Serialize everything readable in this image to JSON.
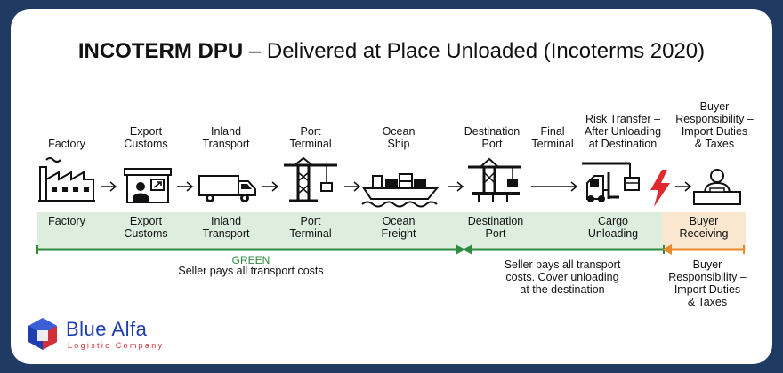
{
  "title": {
    "bold": "INCOTERM DPU",
    "rest": " – Delivered at Place Unloaded (Incoterms 2020)"
  },
  "stages_top": [
    "Factory",
    "Export\nCustoms",
    "Inland\nTransport",
    "Port\nTerminal",
    "Ocean\nShip",
    "Destination\nPort",
    "Final\nTerminal",
    "Risk Transfer –\nAfter Unloading\nat Destination",
    "Buyer\nResponsibility –\nImport Duties\n& Taxes"
  ],
  "stages_band": [
    "Factory",
    "Export\nCustoms",
    "Inland\nTransport",
    "Port\nTerminal",
    "Ocean\nFreight",
    "Destination\nPort",
    "Cargo\nUnloading",
    "Buyer\nReceiving"
  ],
  "green_label": "GREEN",
  "notes": {
    "seller_transport": "Seller pays all transport costs",
    "seller_unloading": "Seller pays all transport\ncosts. Cover unloading\nat the destination",
    "buyer": "Buyer\nResponsibility –\nImport Duties\n& Taxes"
  },
  "logo": {
    "name": "Blue Alfa",
    "tagline": "Logistic Company"
  },
  "colors": {
    "frame": "#1f3b63",
    "green": "#2e8b3e",
    "green_band": "#deeede",
    "orange": "#e8892a",
    "orange_band": "#fbe6cf",
    "risk_bolt": "#e0282e",
    "logo_blue": "#1f3fae",
    "logo_red": "#d0303a"
  },
  "icons": [
    "factory-icon",
    "customs-office-icon",
    "truck-icon",
    "port-crane-icon",
    "cargo-ship-icon",
    "destination-crane-icon",
    "forklift-icon",
    "lightning-bolt-icon",
    "buyer-desk-icon"
  ]
}
